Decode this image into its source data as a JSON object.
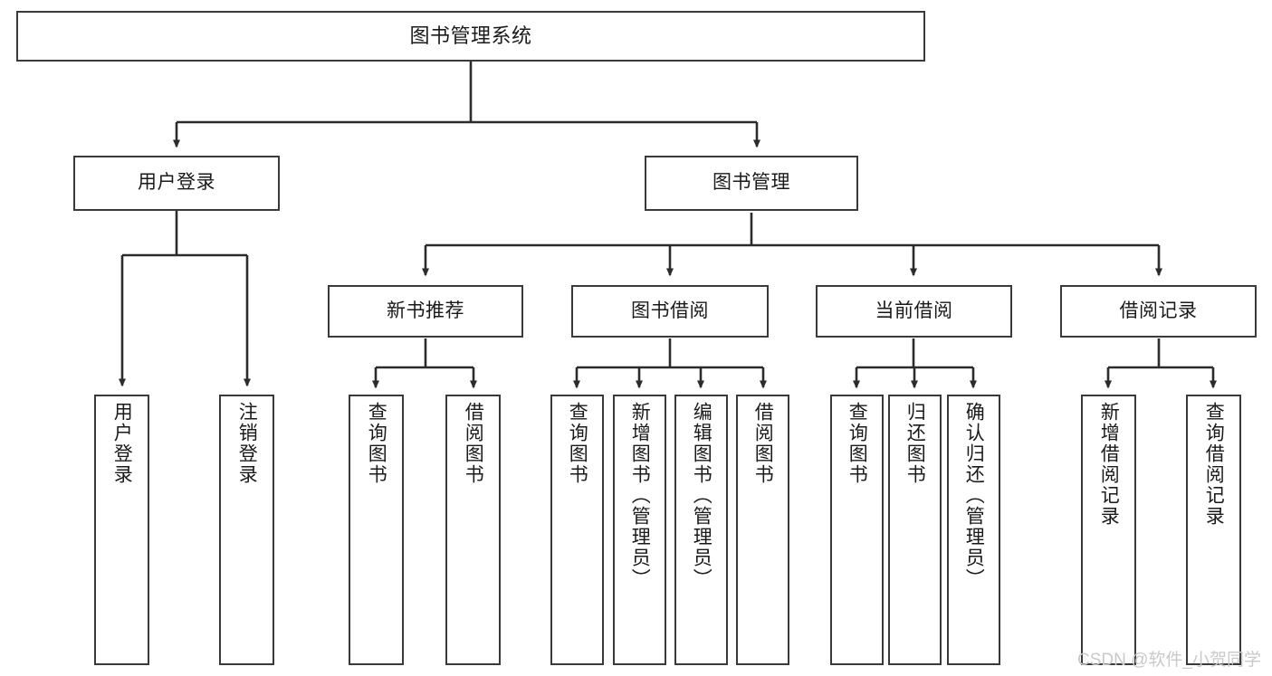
{
  "diagram": {
    "title": "图书管理系统",
    "type": "tree-hierarchy",
    "orientation": "top-down",
    "colors": {
      "box_border": "#3a3a3a",
      "box_fill": "#ffffff",
      "connector": "#2b2b2b",
      "text": "#1a1a1a",
      "watermark": "#c9c9c9",
      "background": "#ffffff"
    }
  },
  "nodes": {
    "root": {
      "label": "图书管理系统"
    },
    "level1": [
      {
        "label": "用户登录"
      },
      {
        "label": "图书管理"
      }
    ],
    "level2": [
      {
        "label": "新书推荐"
      },
      {
        "label": "图书借阅"
      },
      {
        "label": "当前借阅"
      },
      {
        "label": "借阅记录"
      }
    ],
    "leaves": {
      "user_login": [
        {
          "label": "用户登录"
        },
        {
          "label": "注销登录"
        }
      ],
      "new_book_recommend": [
        {
          "label": "查询图书"
        },
        {
          "label": "借阅图书"
        }
      ],
      "book_borrow": [
        {
          "label": "查询图书"
        },
        {
          "label": "新增图书（管理员）"
        },
        {
          "label": "编辑图书（管理员）"
        },
        {
          "label": "借阅图书"
        }
      ],
      "current_borrow": [
        {
          "label": "查询图书"
        },
        {
          "label": "归还图书"
        },
        {
          "label": "确认归还（管理员）"
        }
      ],
      "borrow_record": [
        {
          "label": "新增借阅记录"
        },
        {
          "label": "查询借阅记录"
        }
      ]
    }
  },
  "watermark": {
    "text": "CSDN @软件_小贺同学"
  }
}
